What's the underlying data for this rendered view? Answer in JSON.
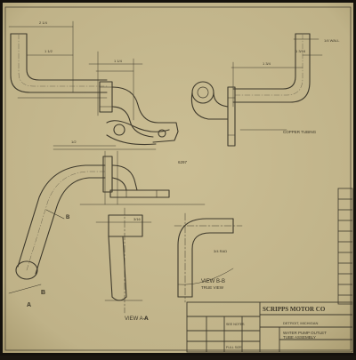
{
  "colors": {
    "paper": "#c6b98f",
    "paper_dark": "#b7a97c",
    "line": "#3f3a2c",
    "line_light": "#6e6650",
    "border": "#14110c"
  },
  "drawing": {
    "views": {
      "view_bb": "VIEW B-B",
      "view_bb_sub": "TRUE VIEW",
      "view_aa": "VIEW A-A"
    },
    "section_marks": [
      "A",
      "B",
      "B",
      "A"
    ],
    "notes": {
      "copper_tubing": "COPPER TUBING",
      "part_ref": "6297"
    },
    "dimensions": [
      "1/4 WALL",
      "1 3/16",
      "1 3/4",
      "2 1/4",
      "1 1/2",
      "3/16",
      "1 1/4",
      "3/4 RAD",
      "1/2"
    ]
  },
  "title_block": {
    "company": "SCRIPPS MOTOR CO",
    "company_sub": "DETROIT, MICHIGAN",
    "part_title_lines": [
      "WATER PUMP OUTLET",
      "TUBE ASSEMBLY"
    ],
    "scale": "FULL SIZE",
    "material": "SEE NOTES"
  }
}
